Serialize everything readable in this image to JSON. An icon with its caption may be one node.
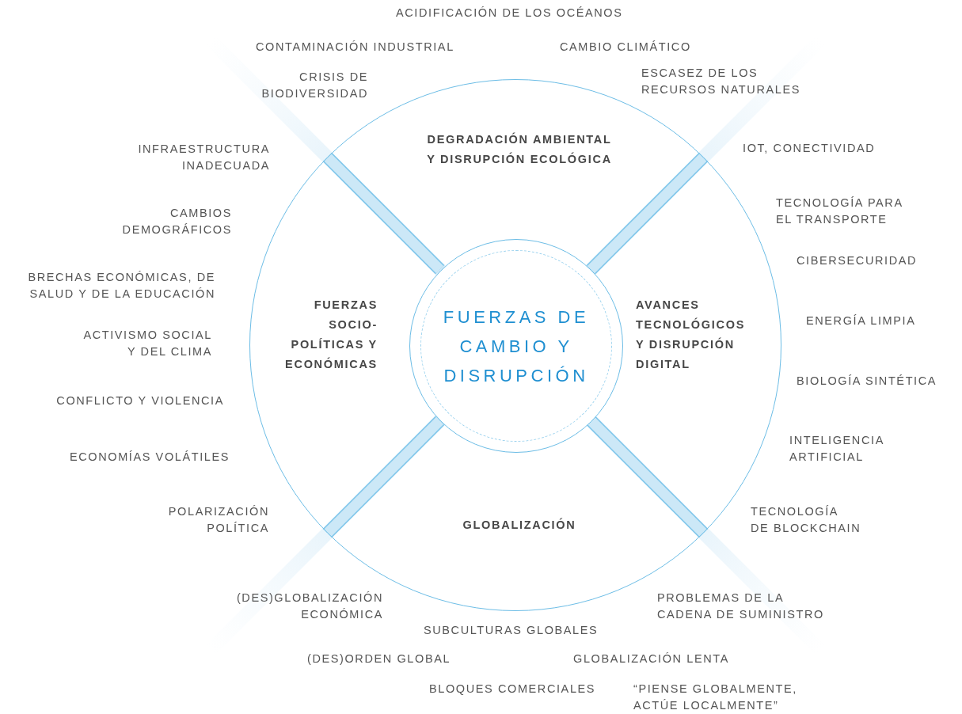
{
  "diagram": {
    "nodes": [
      {
        "text": [],
        "shape": "circle"
      },
      {
        "text": [
          "FUERZAS DE CAMBIO Y DISRUPCIÓN"
        ],
        "in": 0
      },
      {
        "text": [
          "DEGRADACIÓN AMBIENTAL Y DISRUPCIÓN ECOLÓGICA"
        ],
        "in": 0
      },
      {
        "text": [
          "FUERZAS SOCIO-POLÍTICAS Y ECONÓMICAS"
        ],
        "in": 0
      },
      {
        "text": [
          "AVANCES TECNOLÓGICOS Y DISRUPCIÓN DIGITAL"
        ],
        "in": 0
      },
      {
        "text": [
          "GLOBALIZACIÓN"
        ],
        "in": 0
      }
    ],
    "labels": [
      "ACIDIFICACIÓN DE LOS OCÉANOS",
      "CONTAMINACIÓN INDUSTRIAL",
      "CAMBIO CLIMÁTICO",
      "CRISIS DE BIODIVERSIDAD",
      "ESCASEZ DE LOS RECURSOS NATURALES",
      "INFRAESTRUCTURA INADECUADA",
      "IOT, CONECTIVIDAD",
      "CAMBIOS DEMOGRÁFICOS",
      "TECNOLOGÍA PARA EL TRANSPORTE",
      "CIBERSECURIDAD",
      "BRECHAS ECONÓMICAS, DE SALUD Y DE LA EDUCACIÓN",
      "ENERGÍA LIMPIA",
      "ACTIVISMO SOCIAL Y DEL CLIMA",
      "BIOLOGÍA SINTÉTICA",
      "CONFLICTO Y VIOLENCIA",
      "INTELIGENCIA ARTIFICIAL",
      "ECONOMÍAS VOLÁTILES",
      "POLARIZACIÓN POLÍTICA",
      "TECNOLOGÍA DE BLOCKCHAIN",
      "(DES)GLOBALIZACIÓN ECONÓMICA",
      "PROBLEMAS DE LA CADENA DE SUMINISTRO",
      "SUBCULTURAS GLOBALES",
      "(DES)ORDEN GLOBAL",
      "GLOBALIZACIÓN LENTA",
      "BLOQUES COMERCIALES",
      "“PIENSE GLOBALMENTE, ACTÚE LOCALMENTE”"
    ]
  }
}
